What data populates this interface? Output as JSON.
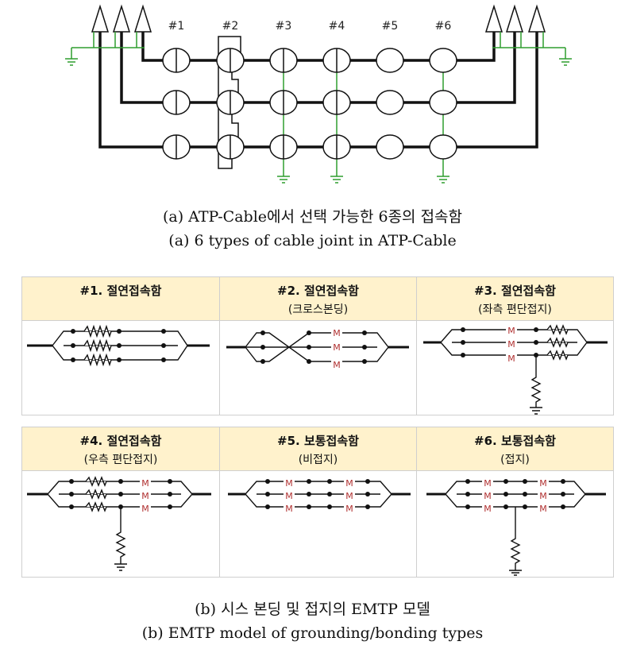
{
  "top_diagram": {
    "joint_labels": [
      "#1",
      "#2",
      "#3",
      "#4",
      "#5",
      "#6"
    ]
  },
  "caption_a_ko": "(a) ATP-Cable에서 선택 가능한 6종의 접속함",
  "caption_a_en": "(a) 6 types of cable joint in ATP-Cable",
  "joint_types": [
    {
      "title": "#1. 절연접속함",
      "subtitle": ""
    },
    {
      "title": "#2. 절연접속함",
      "subtitle": "(크로스본딩)"
    },
    {
      "title": "#3. 절연접속함",
      "subtitle": "(좌측 편단접지)"
    },
    {
      "title": "#4. 절연접속함",
      "subtitle": "(우측 편단접지)"
    },
    {
      "title": "#5. 보통접속함",
      "subtitle": "(비접지)"
    },
    {
      "title": "#6. 보통접속함",
      "subtitle": "(접지)"
    }
  ],
  "module_label": "M",
  "caption_b_ko": "(b) 시스 본딩 및 접지의 EMTP 모델",
  "caption_b_en": "(b) EMTP model of grounding/bonding types",
  "colors": {
    "ground": "#2e9e2e",
    "module": "#b03030",
    "header": "#fff2cc"
  }
}
